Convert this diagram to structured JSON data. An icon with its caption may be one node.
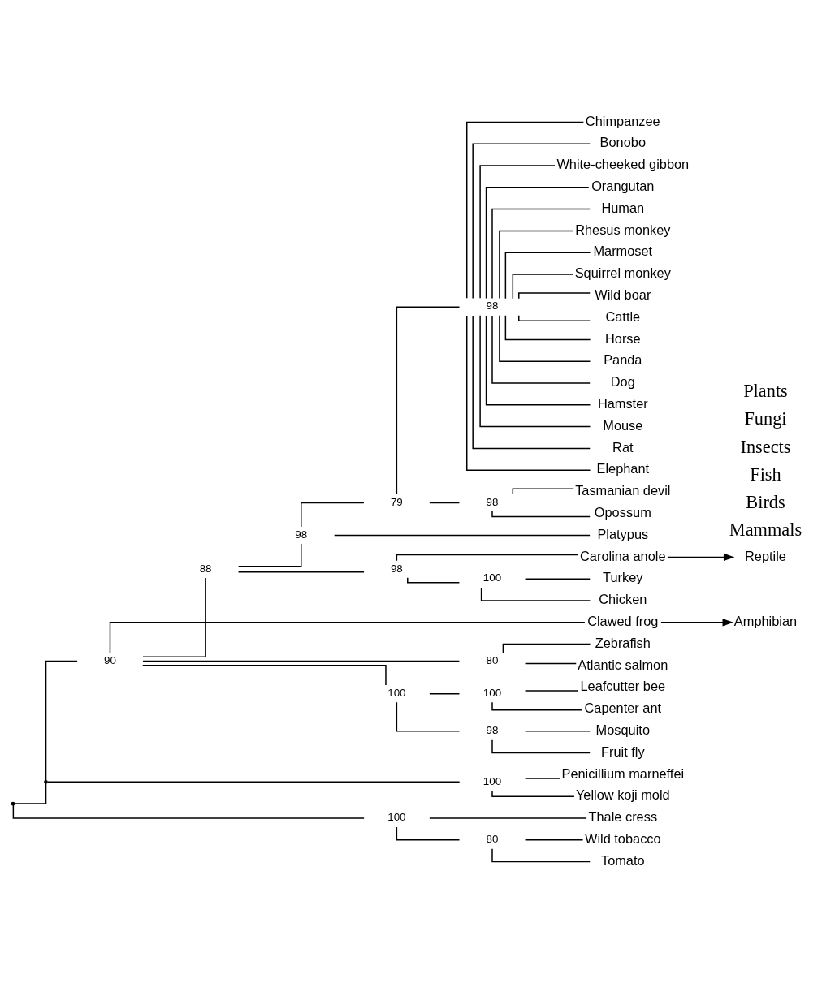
{
  "diagram": {
    "nodes": [
      {
        "text": [],
        "shape": "point"
      },
      {
        "text": [],
        "shape": "point"
      },
      {
        "text": [
          "90"
        ]
      },
      {
        "text": [
          "88"
        ]
      },
      {
        "text": [
          "98"
        ]
      },
      {
        "text": [
          "79"
        ]
      },
      {
        "text": [
          "98"
        ]
      },
      {
        "text": [
          "Chimpanzee"
        ]
      },
      {
        "text": [
          "Bonobo"
        ]
      },
      {
        "text": [
          "White-cheeked gibbon"
        ]
      },
      {
        "text": [
          "Orangutan"
        ]
      },
      {
        "text": [
          "Human"
        ]
      },
      {
        "text": [
          "Rhesus monkey"
        ]
      },
      {
        "text": [
          "Marmoset"
        ]
      },
      {
        "text": [
          "Squirrel monkey"
        ]
      },
      {
        "text": [
          "Wild boar"
        ]
      },
      {
        "text": [
          "Cattle"
        ]
      },
      {
        "text": [
          "Horse"
        ]
      },
      {
        "text": [
          "Panda"
        ]
      },
      {
        "text": [
          "Dog"
        ]
      },
      {
        "text": [
          "Hamster"
        ]
      },
      {
        "text": [
          "Mouse"
        ]
      },
      {
        "text": [
          "Rat"
        ]
      },
      {
        "text": [
          "Elephant"
        ]
      },
      {
        "text": [
          "98"
        ]
      },
      {
        "text": [
          "Tasmanian devil"
        ]
      },
      {
        "text": [
          "Opossum"
        ]
      },
      {
        "text": [
          "Platypus"
        ]
      },
      {
        "text": [
          "98"
        ]
      },
      {
        "text": [
          "Carolina anole"
        ]
      },
      {
        "text": [
          "Reptile"
        ]
      },
      {
        "text": [
          "100"
        ]
      },
      {
        "text": [
          "Turkey"
        ]
      },
      {
        "text": [
          "Chicken"
        ]
      },
      {
        "text": [
          "Clawed frog"
        ]
      },
      {
        "text": [
          "Amphibian"
        ]
      },
      {
        "text": [
          "80"
        ]
      },
      {
        "text": [
          "Zebrafish"
        ]
      },
      {
        "text": [
          "Atlantic salmon"
        ]
      },
      {
        "text": [
          "100"
        ]
      },
      {
        "text": [
          "100"
        ]
      },
      {
        "text": [
          "Leafcutter bee"
        ]
      },
      {
        "text": [
          "Capenter ant"
        ]
      },
      {
        "text": [
          "98"
        ]
      },
      {
        "text": [
          "Mosquito"
        ]
      },
      {
        "text": [
          "Fruit fly"
        ]
      },
      {
        "text": [
          "100"
        ]
      },
      {
        "text": [
          "Penicillium marneffei"
        ]
      },
      {
        "text": [
          "Yellow koji mold"
        ]
      },
      {
        "text": [
          "100"
        ]
      },
      {
        "text": [
          "Thale cress"
        ]
      },
      {
        "text": [
          "80"
        ]
      },
      {
        "text": [
          "Wild tobacco"
        ]
      },
      {
        "text": [
          "Tomato"
        ]
      }
    ],
    "edges": [
      {
        "from": 0,
        "to": 1,
        "arrow": "none"
      },
      {
        "from": 1,
        "to": 2,
        "arrow": "none"
      },
      {
        "from": 2,
        "to": 3,
        "arrow": "none"
      },
      {
        "from": 3,
        "to": 4,
        "arrow": "none"
      },
      {
        "from": 4,
        "to": 5,
        "arrow": "none"
      },
      {
        "from": 5,
        "to": 6,
        "arrow": "none"
      },
      {
        "from": 6,
        "to": 7,
        "arrow": "none"
      },
      {
        "from": 6,
        "to": 8,
        "arrow": "none"
      },
      {
        "from": 6,
        "to": 9,
        "arrow": "none"
      },
      {
        "from": 6,
        "to": 10,
        "arrow": "none"
      },
      {
        "from": 6,
        "to": 11,
        "arrow": "none"
      },
      {
        "from": 6,
        "to": 12,
        "arrow": "none"
      },
      {
        "from": 6,
        "to": 13,
        "arrow": "none"
      },
      {
        "from": 6,
        "to": 14,
        "arrow": "none"
      },
      {
        "from": 6,
        "to": 15,
        "arrow": "none"
      },
      {
        "from": 6,
        "to": 16,
        "arrow": "none"
      },
      {
        "from": 6,
        "to": 17,
        "arrow": "none"
      },
      {
        "from": 6,
        "to": 18,
        "arrow": "none"
      },
      {
        "from": 6,
        "to": 19,
        "arrow": "none"
      },
      {
        "from": 6,
        "to": 20,
        "arrow": "none"
      },
      {
        "from": 6,
        "to": 21,
        "arrow": "none"
      },
      {
        "from": 6,
        "to": 22,
        "arrow": "none"
      },
      {
        "from": 6,
        "to": 23,
        "arrow": "none"
      },
      {
        "from": 5,
        "to": 24,
        "arrow": "none"
      },
      {
        "from": 24,
        "to": 25,
        "arrow": "none"
      },
      {
        "from": 24,
        "to": 26,
        "arrow": "none"
      },
      {
        "from": 4,
        "to": 27,
        "arrow": "none"
      },
      {
        "from": 3,
        "to": 28,
        "arrow": "none"
      },
      {
        "from": 28,
        "to": 29,
        "arrow": "none"
      },
      {
        "from": 29,
        "to": 30,
        "arrow": "to"
      },
      {
        "from": 28,
        "to": 31,
        "arrow": "none"
      },
      {
        "from": 31,
        "to": 32,
        "arrow": "none"
      },
      {
        "from": 31,
        "to": 33,
        "arrow": "none"
      },
      {
        "from": 2,
        "to": 34,
        "arrow": "none"
      },
      {
        "from": 34,
        "to": 35,
        "arrow": "to"
      },
      {
        "from": 2,
        "to": 36,
        "arrow": "none"
      },
      {
        "from": 36,
        "to": 37,
        "arrow": "none"
      },
      {
        "from": 36,
        "to": 38,
        "arrow": "none"
      },
      {
        "from": 2,
        "to": 39,
        "arrow": "none"
      },
      {
        "from": 39,
        "to": 40,
        "arrow": "none"
      },
      {
        "from": 40,
        "to": 41,
        "arrow": "none"
      },
      {
        "from": 40,
        "to": 42,
        "arrow": "none"
      },
      {
        "from": 39,
        "to": 43,
        "arrow": "none"
      },
      {
        "from": 43,
        "to": 44,
        "arrow": "none"
      },
      {
        "from": 43,
        "to": 45,
        "arrow": "none"
      },
      {
        "from": 1,
        "to": 46,
        "arrow": "none"
      },
      {
        "from": 46,
        "to": 47,
        "arrow": "none"
      },
      {
        "from": 46,
        "to": 48,
        "arrow": "none"
      },
      {
        "from": 0,
        "to": 49,
        "arrow": "none"
      },
      {
        "from": 49,
        "to": 50,
        "arrow": "none"
      },
      {
        "from": 49,
        "to": 51,
        "arrow": "none"
      },
      {
        "from": 51,
        "to": 52,
        "arrow": "none"
      },
      {
        "from": 51,
        "to": 53,
        "arrow": "none"
      }
    ],
    "labels": [
      "Mammals",
      "Birds",
      "Fish",
      "Insects",
      "Fungi",
      "Plants"
    ]
  }
}
